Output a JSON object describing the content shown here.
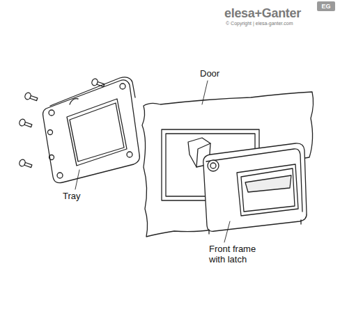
{
  "diagram": {
    "labels": [
      "elesa+Ganter",
      "EG",
      "© Copyright | elesa-ganter.com",
      "Door",
      "Tray",
      "Front frame with latch"
    ]
  }
}
